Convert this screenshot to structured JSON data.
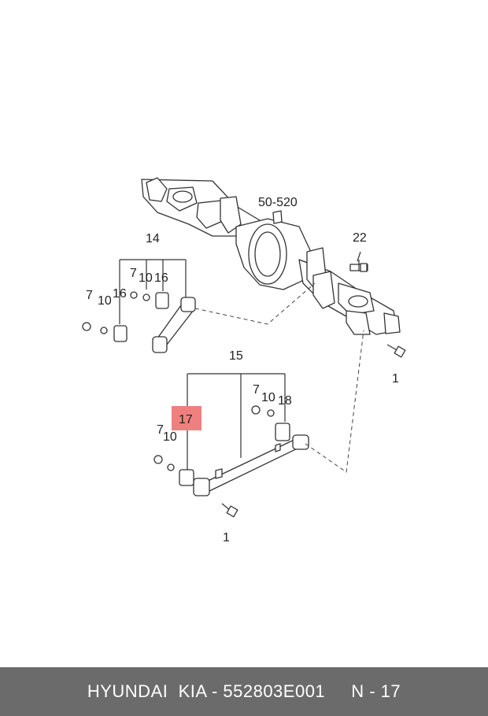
{
  "diagram": {
    "callouts": {
      "ref_50_520": "50-520",
      "c14": "14",
      "c22": "22",
      "c7a": "7",
      "c10a": "10",
      "c16a": "16",
      "c7b": "7",
      "c10b": "10",
      "c16b": "16",
      "c1a": "1",
      "c15": "15",
      "c7c": "7",
      "c10c": "10",
      "c18": "18",
      "c17": "17",
      "c7d": "7",
      "c10d": "10",
      "c1b": "1"
    },
    "highlight_color": "#f08080"
  },
  "footer": {
    "text": "HYUNDAI  KIA - 552803E001     N - 17",
    "background": "#6b6b6b"
  }
}
